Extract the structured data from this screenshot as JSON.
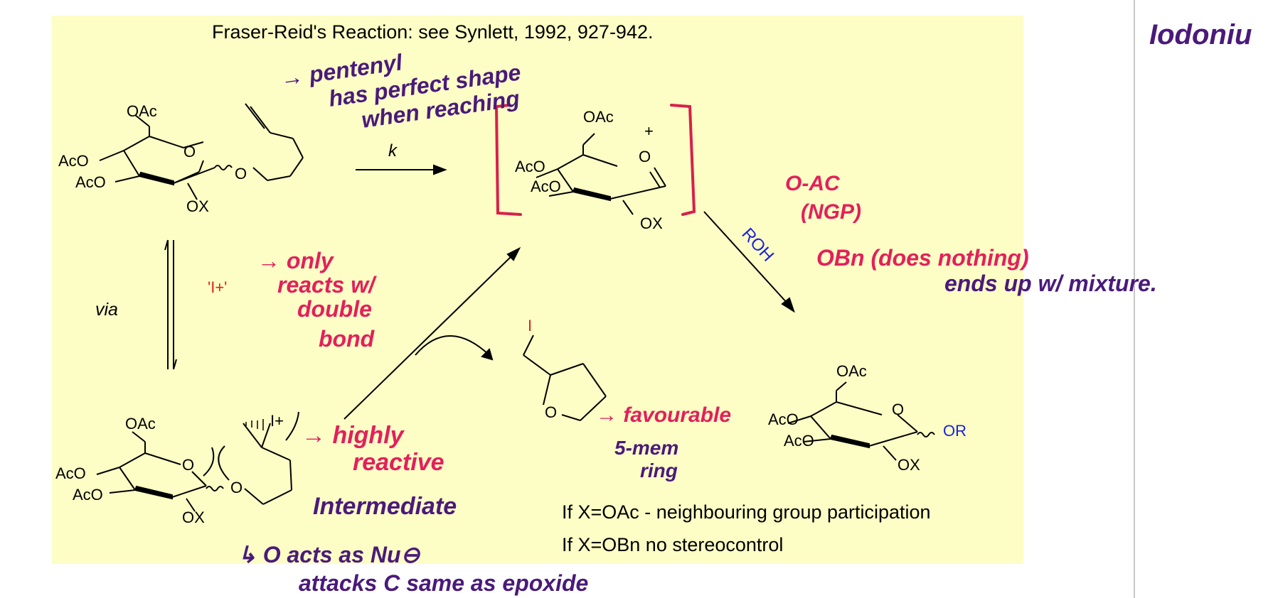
{
  "slide": {
    "title": "Fraser-Reid's Reaction: see Synlett, 1992, 927-942.",
    "labels": {
      "k": "k",
      "via": "via",
      "iodonium_reagent": "'I+'",
      "roh": "ROH",
      "iodine": "I",
      "plus": "+",
      "iodonium_plus": "I+"
    },
    "groups": {
      "oac": "OAc",
      "aco": "AcO",
      "o": "O",
      "ox": "OX",
      "or": "OR"
    },
    "notes": [
      "If X=OAc  - neighbouring group participation",
      "If X=OBn no stereocontrol"
    ]
  },
  "annotations": {
    "pentenyl": [
      "→ pentenyl",
      "has perfect shape",
      "when reaching"
    ],
    "only_reacts": [
      "→ only",
      "reacts w/",
      "double",
      "bond"
    ],
    "o_ac": [
      "O-AC",
      "(NGP)"
    ],
    "obn": "OBn (does nothing)",
    "mixture": "ends up w/ mixture.",
    "favourable": "→ favourable",
    "five_mem": [
      "5-mem",
      "ring"
    ],
    "highly_reactive": [
      "→ highly",
      "reactive"
    ],
    "intermediate": "Intermediate",
    "o_acts": [
      "↳ O acts as Nu⊖",
      "attacks C same as epoxide"
    ],
    "iodonium_side": "Iodoniu"
  },
  "colors": {
    "slide_bg": "#fdfdc6",
    "ink_purple": "#4a1a7a",
    "ink_pink": "#e2205a",
    "ink_crimson": "#d8204a",
    "text_blue": "#1a24d6",
    "text_red": "#e02020"
  }
}
